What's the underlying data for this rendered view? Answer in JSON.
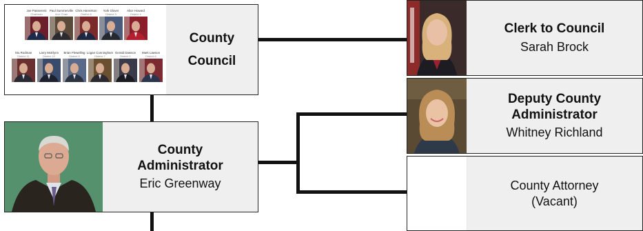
{
  "council": {
    "title_line1": "County",
    "title_line2": "Council",
    "members_top": [
      {
        "name": "Joe Passerenti",
        "role": "Chairman"
      },
      {
        "name": "Paul Summerville",
        "role": "Vice Chair"
      },
      {
        "name": "Chris Harvelson",
        "role": "District 8"
      },
      {
        "name": "York Glover",
        "role": "District 3"
      },
      {
        "name": "Alice Howard",
        "role": "District 4"
      }
    ],
    "members_bottom": [
      {
        "name": "Stu Rodman",
        "role": "District 11"
      },
      {
        "name": "Larry McElynn",
        "role": "District 10"
      },
      {
        "name": "Brian Flewelling",
        "role": "District 5"
      },
      {
        "name": "Logan Cunningham",
        "role": "District 7"
      },
      {
        "name": "Gerald Dawson",
        "role": "District 1"
      },
      {
        "name": "Mark Lawson",
        "role": "District 6"
      }
    ]
  },
  "administrator": {
    "title_line1": "County",
    "title_line2": "Administrator",
    "name": "Eric Greenway"
  },
  "clerk": {
    "title": "Clerk to Council",
    "name": "Sarah Brock"
  },
  "deputy": {
    "title_line1": "Deputy County",
    "title_line2": "Administrator",
    "name": "Whitney Richland"
  },
  "attorney": {
    "title": "County Attorney",
    "status": "(Vacant)"
  },
  "colors": {
    "line": "#111111",
    "box_fill": "#efefef",
    "box_border": "#222222"
  }
}
